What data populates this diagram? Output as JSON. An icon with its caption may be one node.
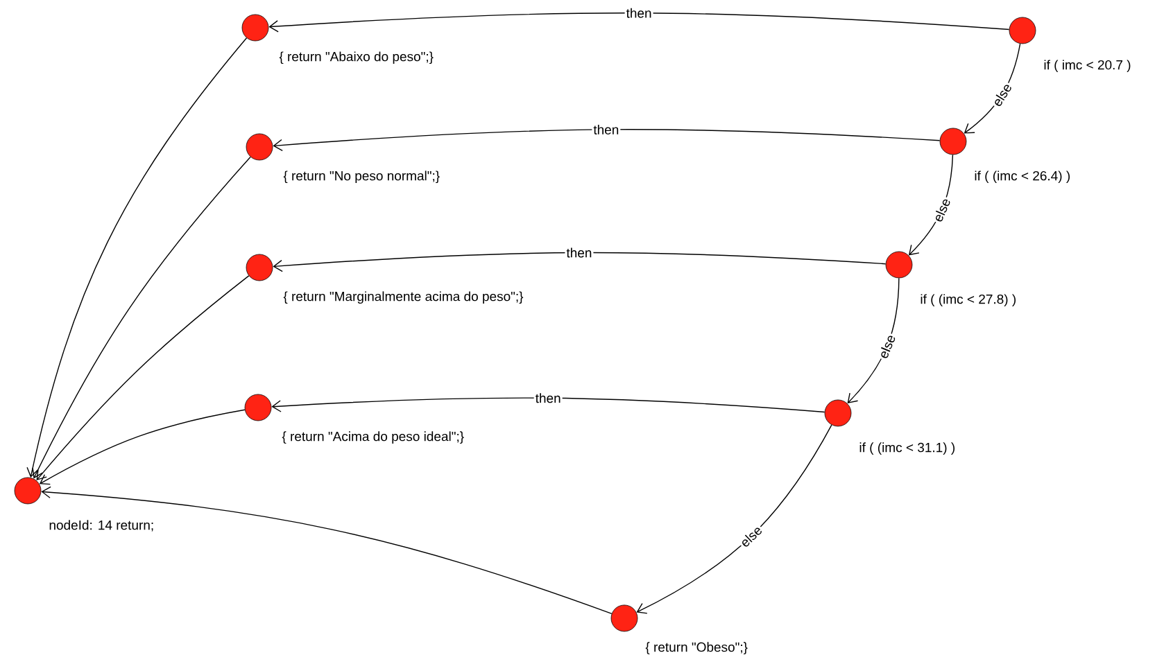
{
  "diagram": {
    "nodes": [
      {
        "text": [],
        "shape": "circle",
        "beside": [
          "{ return \"Abaixo do peso\";}"
        ]
      },
      {
        "text": [],
        "shape": "circle",
        "beside": [
          "if ( imc < 20.7 )"
        ]
      },
      {
        "text": [],
        "shape": "circle",
        "beside": [
          "{ return \"No peso normal\";}"
        ]
      },
      {
        "text": [],
        "shape": "circle",
        "beside": [
          "if ( (imc < 26.4) )"
        ]
      },
      {
        "text": [],
        "shape": "circle",
        "beside": [
          "{ return \"Marginalmente acima do peso\";}"
        ]
      },
      {
        "text": [],
        "shape": "circle",
        "beside": [
          "if ( (imc < 27.8) )"
        ]
      },
      {
        "text": [],
        "shape": "circle",
        "beside": [
          "{ return \"Acima do peso ideal\";}"
        ]
      },
      {
        "text": [],
        "shape": "circle",
        "beside": [
          "if ( (imc < 31.1) )"
        ]
      },
      {
        "text": [],
        "shape": "circle",
        "beside": [
          "nodeId: 14 return;"
        ]
      },
      {
        "text": [],
        "shape": "circle",
        "beside": [
          "{ return \"Obeso\";}"
        ]
      }
    ],
    "edges": [
      {
        "from": 1,
        "to": 0,
        "arrow": "to",
        "label": "then"
      },
      {
        "from": 1,
        "to": 3,
        "arrow": "to",
        "label": "else"
      },
      {
        "from": 3,
        "to": 2,
        "arrow": "to",
        "label": "then"
      },
      {
        "from": 3,
        "to": 5,
        "arrow": "to",
        "label": "else"
      },
      {
        "from": 5,
        "to": 4,
        "arrow": "to",
        "label": "then"
      },
      {
        "from": 5,
        "to": 7,
        "arrow": "to",
        "label": "else"
      },
      {
        "from": 7,
        "to": 6,
        "arrow": "to",
        "label": "then"
      },
      {
        "from": 7,
        "to": 9,
        "arrow": "to",
        "label": "else"
      },
      {
        "from": 0,
        "to": 8,
        "arrow": "to"
      },
      {
        "from": 2,
        "to": 8,
        "arrow": "to"
      },
      {
        "from": 4,
        "to": 8,
        "arrow": "to"
      },
      {
        "from": 6,
        "to": 8,
        "arrow": "to"
      },
      {
        "from": 9,
        "to": 8,
        "arrow": "to"
      }
    ]
  }
}
